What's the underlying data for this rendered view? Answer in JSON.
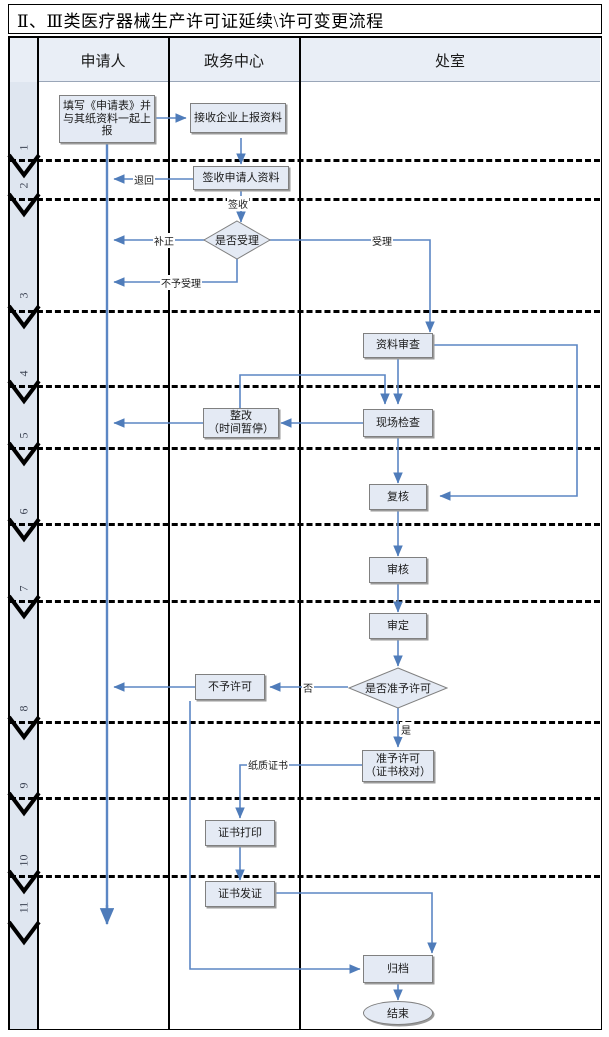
{
  "title": "Ⅱ、Ⅲ类医疗器械生产许可证延续\\许可变更流程",
  "colors": {
    "header_fill": "#e9eef6",
    "lane_strip_fill": "#dfe6f0",
    "shape_fill": "#e4eaf4",
    "shape_border": "#808080",
    "connector": "#5b86c4",
    "divider": "#000000"
  },
  "header": {
    "lane_col_label": "",
    "columns": [
      {
        "label": "申请人"
      },
      {
        "label": "政务中心"
      },
      {
        "label": "处室"
      }
    ]
  },
  "lanes": [
    {
      "number": "1"
    },
    {
      "number": "2"
    },
    {
      "number": "3"
    },
    {
      "number": "4"
    },
    {
      "number": "5"
    },
    {
      "number": "6"
    },
    {
      "number": "7"
    },
    {
      "number": "8"
    },
    {
      "number": "9"
    },
    {
      "number": "10"
    },
    {
      "number": "11"
    }
  ],
  "nodes": {
    "fill_form": {
      "label": "填写《申请表》并与其纸资料一起上报",
      "type": "process"
    },
    "receive_docs": {
      "label": "接收企业上报资料",
      "type": "process"
    },
    "sign_receipt": {
      "label": "签收申请人资料",
      "type": "process"
    },
    "accept_decision": {
      "label": "是否受理",
      "type": "decision"
    },
    "doc_review": {
      "label": "资料审查",
      "type": "process"
    },
    "rectify": {
      "label": "整改\n（时间暂停）",
      "type": "process"
    },
    "site_check": {
      "label": "现场检查",
      "type": "process"
    },
    "recheck": {
      "label": "复核",
      "type": "process"
    },
    "audit": {
      "label": "审核",
      "type": "process"
    },
    "approve_review": {
      "label": "审定",
      "type": "process"
    },
    "permit_decision": {
      "label": "是否准予许可",
      "type": "decision"
    },
    "no_permit": {
      "label": "不予许可",
      "type": "process"
    },
    "grant_permit": {
      "label": "准予许可\n（证书校对）",
      "type": "process"
    },
    "print_cert": {
      "label": "证书打印",
      "type": "process"
    },
    "issue_cert": {
      "label": "证书发证",
      "type": "process"
    },
    "archive": {
      "label": "归档",
      "type": "process"
    },
    "end": {
      "label": "结束",
      "type": "terminator"
    }
  },
  "edge_labels": {
    "return": "退回",
    "sign": "签收",
    "amend": "补正",
    "accept": "受理",
    "not_accept": "不予受理",
    "no": "否",
    "yes": "是",
    "paper_cert": "纸质证书"
  }
}
